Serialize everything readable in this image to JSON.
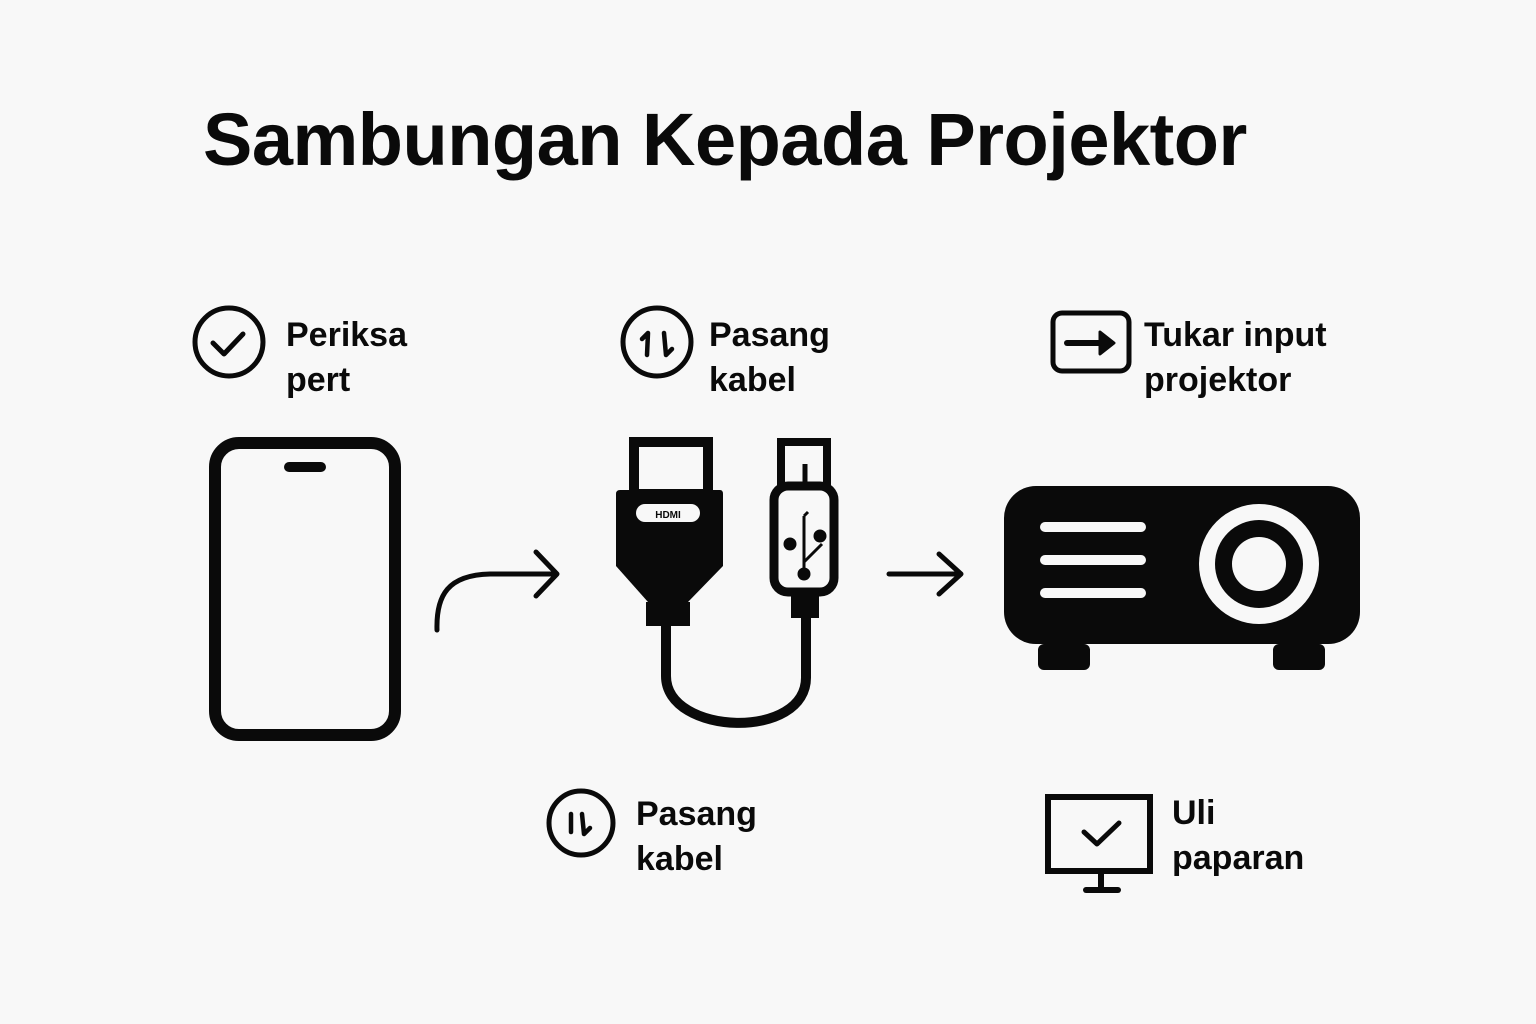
{
  "title": "Sambungan Kepada Projektor",
  "steps": [
    {
      "id": "check-device",
      "icon": "check-circle-icon",
      "line1": "Periksa",
      "line2": "pert"
    },
    {
      "id": "connect-cable-top",
      "icon": "swap-arrows-circle-icon",
      "line1": "Pasang",
      "line2": "kabel"
    },
    {
      "id": "switch-input",
      "icon": "input-arrow-icon",
      "line1": "Tukar input",
      "line2": "projektor"
    },
    {
      "id": "connect-cable-bottom",
      "icon": "swap-arrows-circle-icon",
      "line1": "Pasang",
      "line2": "kabel"
    },
    {
      "id": "test-display",
      "icon": "monitor-check-icon",
      "line1": "Uli",
      "line2": "paparan"
    }
  ],
  "illustrations": {
    "phone": "smartphone-icon",
    "arrow1": "curved-arrow-right-icon",
    "cable": "hdmi-usb-cable-icon",
    "arrow2": "arrow-right-icon",
    "projector": "projector-icon"
  },
  "colors": {
    "background": "#f8f8f8",
    "ink": "#0a0a0a"
  }
}
